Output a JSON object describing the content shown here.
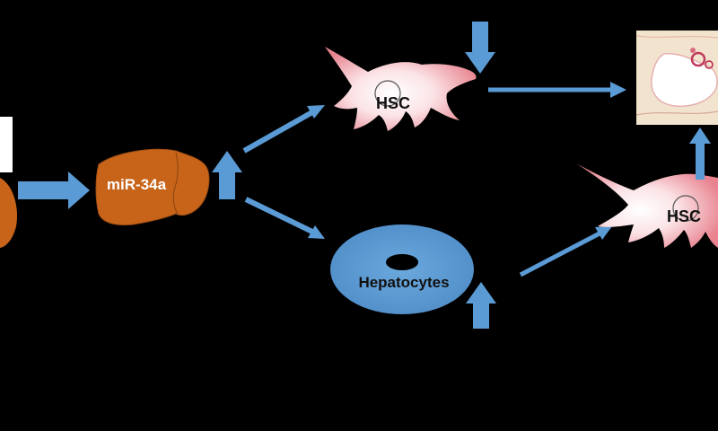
{
  "labels": {
    "mirna": "miR-34a",
    "hsc_top": "HSC",
    "hsc_right": "HSC",
    "hepatocytes": "Hepatocytes"
  },
  "colors": {
    "background": "#000000",
    "arrow": "#5b9bd5",
    "liver": "#c8641a",
    "hepatocyte": "#5b9bd5",
    "hsc_core": "#ffffff",
    "hsc_edge": "#e8838f",
    "tissue": "#f2e3cf"
  },
  "icons": [
    "liver-icon",
    "hsc-cell-icon",
    "hepatocyte-cell-icon",
    "histology-image",
    "arrow-right-icon",
    "arrow-up-icon",
    "arrow-down-icon"
  ]
}
